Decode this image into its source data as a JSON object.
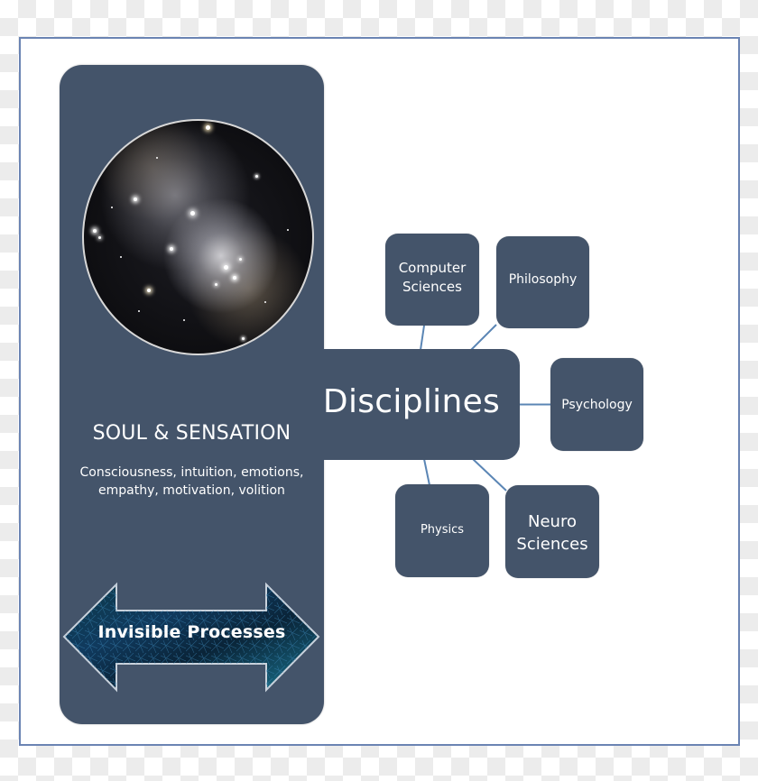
{
  "diagram": {
    "central_node": {
      "label": "Disciplines"
    },
    "left_panel": {
      "image": "galaxy-nebula-image",
      "title": "SOUL & SENSATION",
      "description_lines": [
        "Consciousness, intuition, emotions,",
        "empathy, motivation, volition"
      ],
      "arrow": {
        "icon": "double-headed-arrow",
        "label": "Invisible Processes"
      }
    },
    "nodes": [
      {
        "id": "computer-sciences",
        "lines": [
          "Computer",
          "Sciences"
        ]
      },
      {
        "id": "philosophy",
        "lines": [
          "Philosophy"
        ]
      },
      {
        "id": "psychology",
        "lines": [
          "Psychology"
        ]
      },
      {
        "id": "physics",
        "lines": [
          "Physics"
        ]
      },
      {
        "id": "neuro-sciences",
        "lines": [
          "Neuro",
          "Sciences"
        ]
      }
    ],
    "colors": {
      "box_fill": "#44546a",
      "connector": "#5b86b5",
      "frame_border": "#6b84b3",
      "text": "#ffffff"
    }
  }
}
